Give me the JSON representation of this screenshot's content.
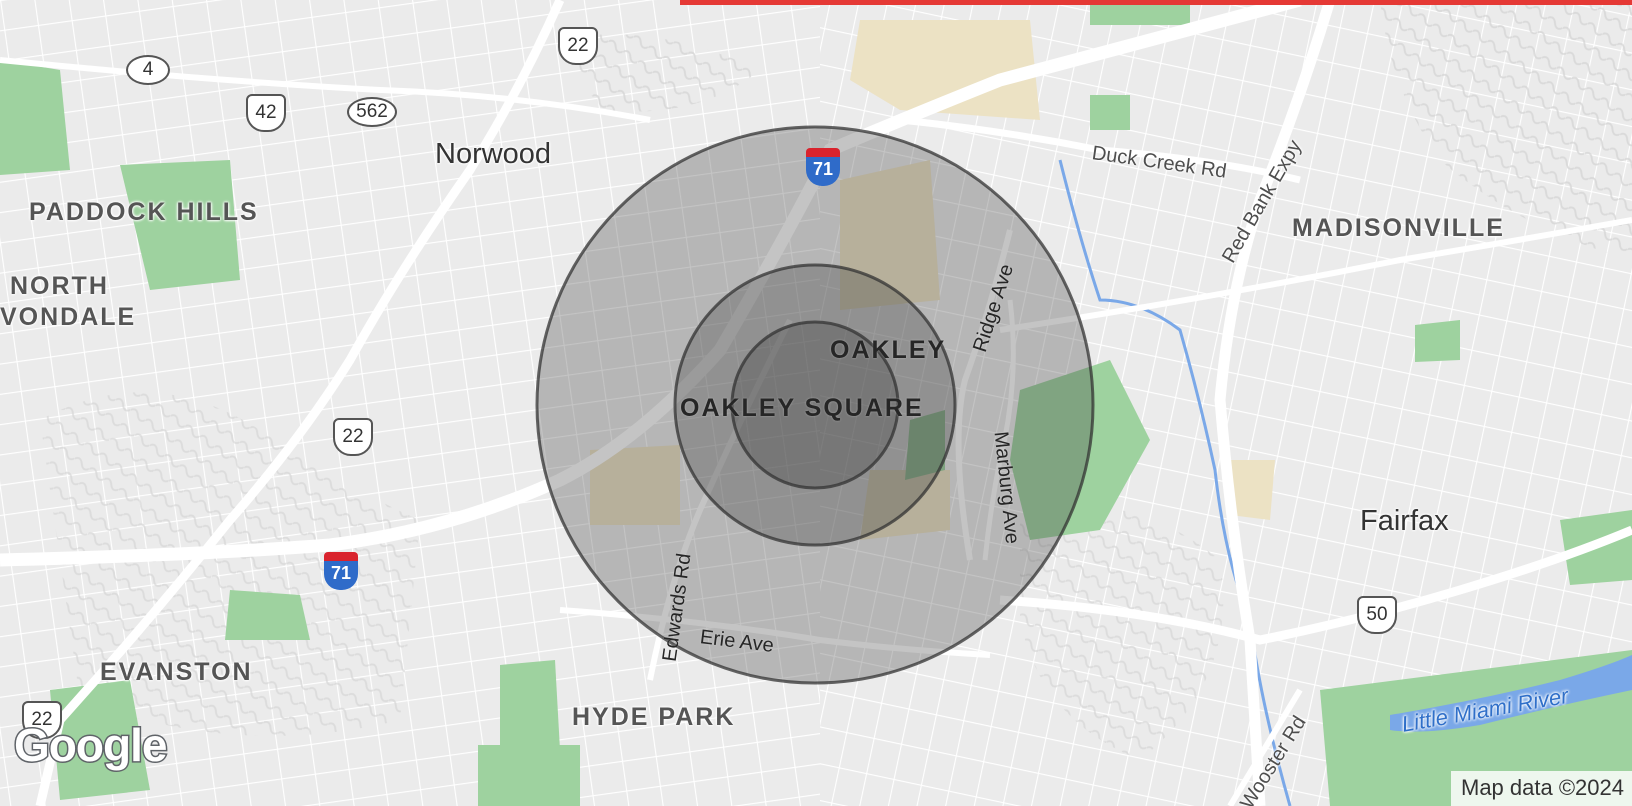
{
  "map": {
    "accent_color": "#e53935",
    "radius_fill_color": "#3d3d3d",
    "radius_stroke_color": "#333333",
    "park_color": "#9ed29f",
    "industrial_color": "#ece2c4",
    "water_color": "#7aa8e8",
    "road_color": "#ffffff",
    "interstate_top_color": "#d9232d",
    "interstate_bottom_color": "#2f6bc9"
  },
  "places": {
    "norwood": "Norwood",
    "paddock_hills": "PADDOCK HILLS",
    "north_avondale_1": "NORTH",
    "north_avondale_2": "VONDALE",
    "madisonville": "MADISONVILLE",
    "oakley": "OAKLEY",
    "oakley_square": "OAKLEY SQUARE",
    "fairfax": "Fairfax",
    "evanston": "EVANSTON",
    "hyde_park": "HYDE PARK"
  },
  "streets": {
    "duck_creek": "Duck Creek Rd",
    "red_bank": "Red Bank Expy",
    "ridge": "Ridge Ave",
    "marburg": "Marburg Ave",
    "edwards": "Edwards Rd",
    "erie": "Erie Ave",
    "wooster": "Wooster Rd"
  },
  "water": {
    "little_miami": "Little Miami River"
  },
  "shields": {
    "sr4": "4",
    "us42": "42",
    "sr562": "562",
    "us22_top": "22",
    "us22_mid": "22",
    "us22_bottom": "22",
    "us50": "50",
    "i71_top": "71",
    "i71_bottom": "71"
  },
  "footer": {
    "logo": "Google",
    "attribution": "Map data ©2024"
  }
}
